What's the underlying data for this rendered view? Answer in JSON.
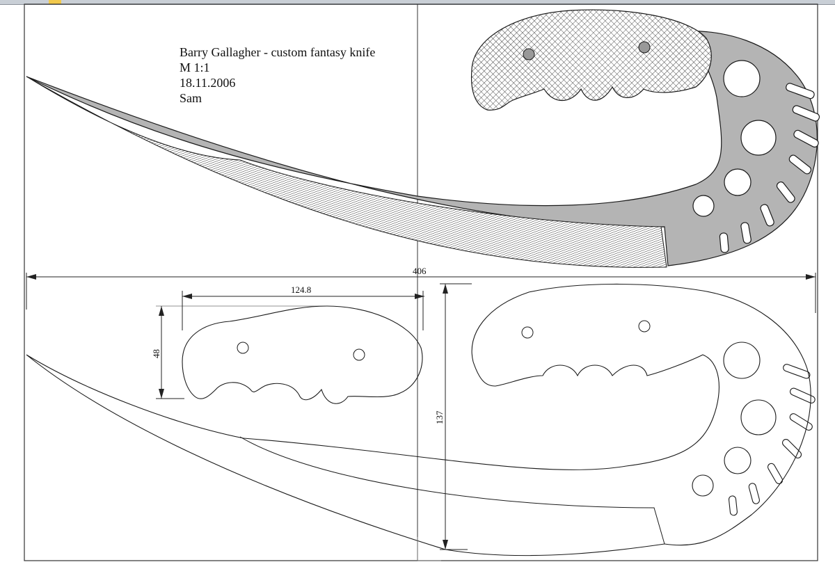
{
  "drawing": {
    "title": "Barry Gallagher - custom fantasy knife",
    "scale": "M 1:1",
    "date": "18.11.2006",
    "author": "Sam"
  },
  "dimensions": {
    "overall_length": "406",
    "handle_length": "124.8",
    "handle_height": "48",
    "blade_height": "137"
  },
  "colors": {
    "steel_fill": "#b4b4b4",
    "line": "#1a1a1a",
    "frame": "#333333"
  }
}
